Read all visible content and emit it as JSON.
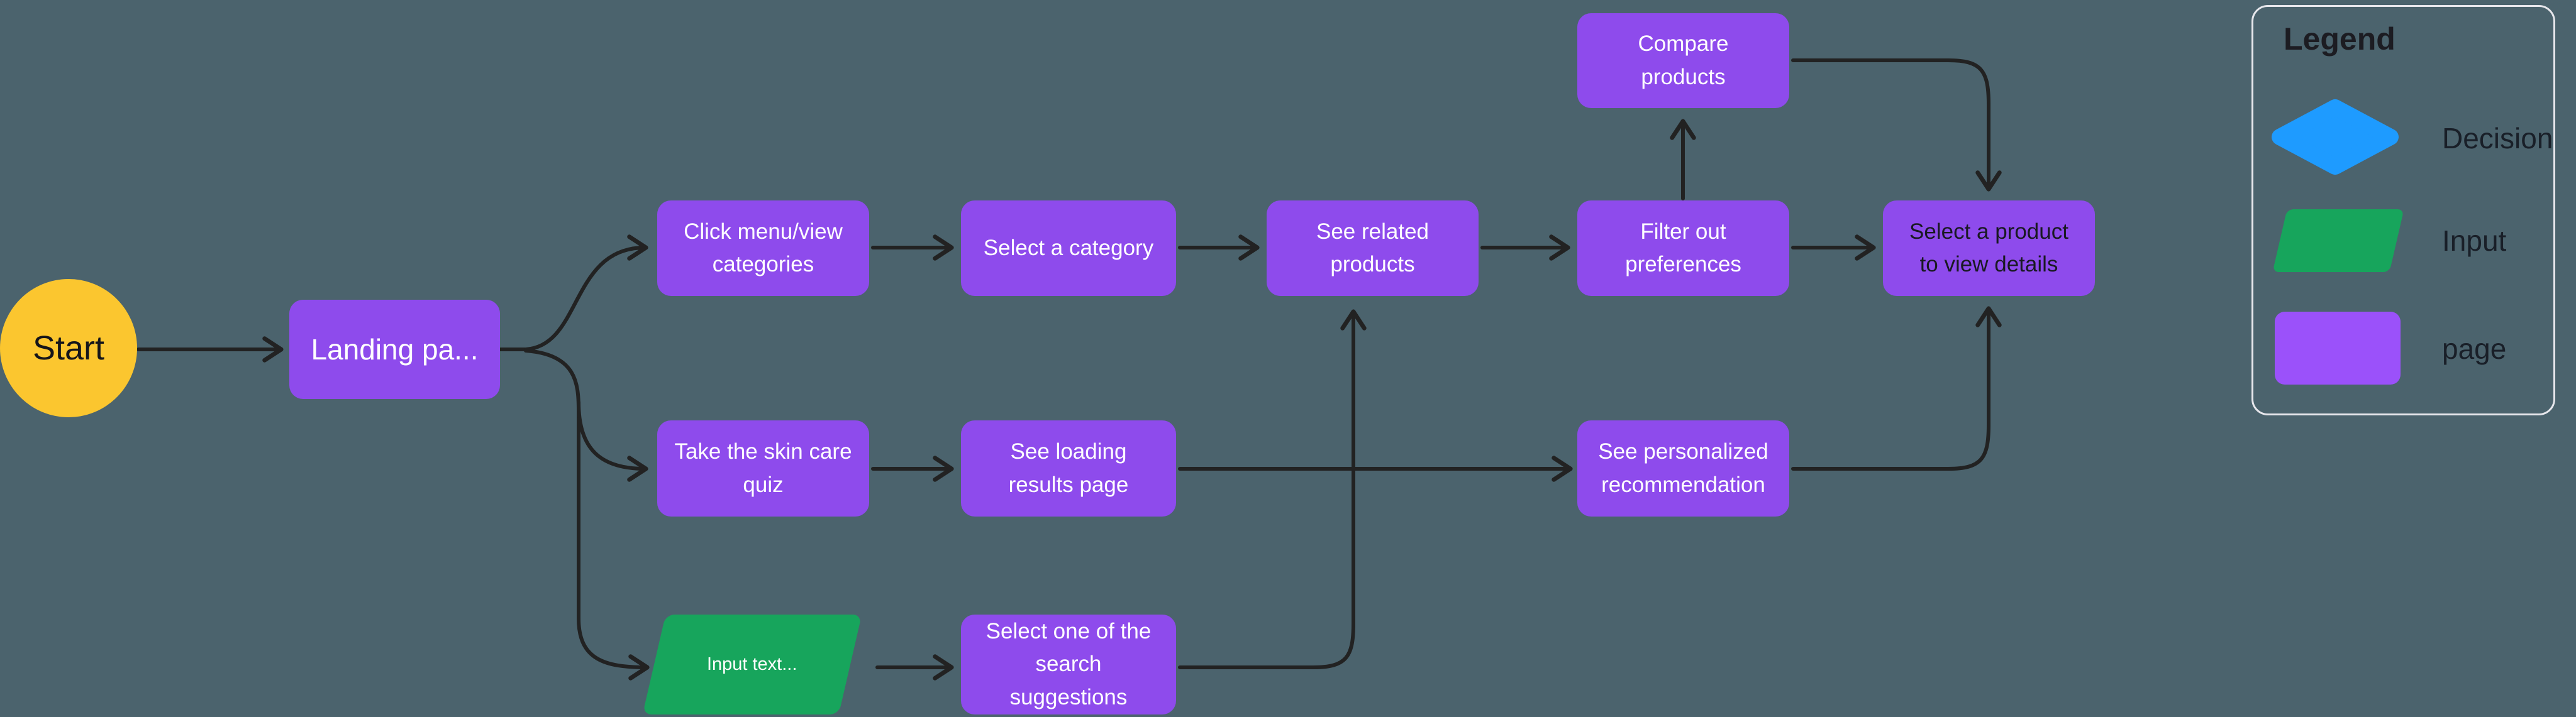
{
  "colors": {
    "background": "#4b636d",
    "node_purple": "#8e4bec",
    "legend_purple": "#9b51fa",
    "input_green": "#17a55c",
    "start_yellow": "#fbc62f",
    "decision_blue": "#1e9bff",
    "edge_stroke": "#222222",
    "node_text_light": "#ffffff",
    "node_text_dark": "#191922",
    "legend_text": "#191f28"
  },
  "nodes": {
    "start": "Start",
    "landing": "Landing pa...",
    "click_menu": "Click menu/view categories",
    "select_category": "Select a category",
    "see_related": "See related products",
    "filter_prefs": "Filter out preferences",
    "select_product": "Select a product to view details",
    "compare": "Compare products",
    "take_quiz": "Take the skin care quiz",
    "see_loading": "See loading results page",
    "see_personalized": "See personalized recommendation",
    "input_text": "Input text...",
    "select_suggestion": "Select one of the search suggestions"
  },
  "legend": {
    "title": "Legend",
    "items": [
      {
        "label": "Decision",
        "shape": "diamond",
        "color": "#1e9bff"
      },
      {
        "label": "Input",
        "shape": "parallelogram",
        "color": "#17a55c"
      },
      {
        "label": "page",
        "shape": "rounded-rect",
        "color": "#9b51fa"
      }
    ]
  }
}
